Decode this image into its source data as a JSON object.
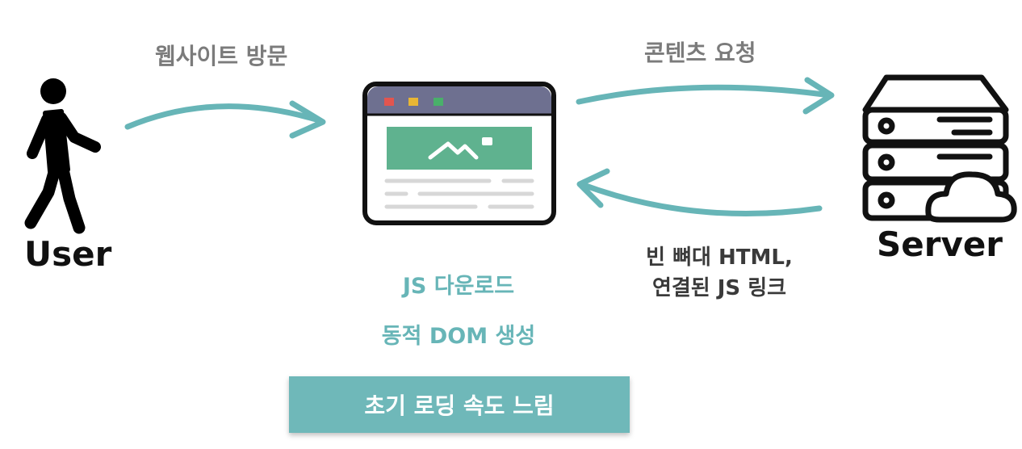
{
  "labels": {
    "visit": "웹사이트 방문",
    "request": "콘텐츠 요청",
    "user": "User",
    "server": "Server",
    "js_download": "JS 다운로드",
    "dom_create": "동적 DOM 생성",
    "response_line1": "빈 뼈대 HTML,",
    "response_line2": "연결된 JS 링크",
    "banner": "초기 로딩 속도 느림"
  },
  "colors": {
    "accent_teal": "#67b5b7",
    "browser_bar": "#6e7090",
    "browser_image": "#5fb28f",
    "dot_red": "#e2554f",
    "dot_yellow": "#e8b634",
    "dot_green": "#49b06a"
  },
  "icons": {
    "user": "walking-person-icon",
    "browser": "browser-window-icon",
    "server": "server-cloud-icon"
  }
}
